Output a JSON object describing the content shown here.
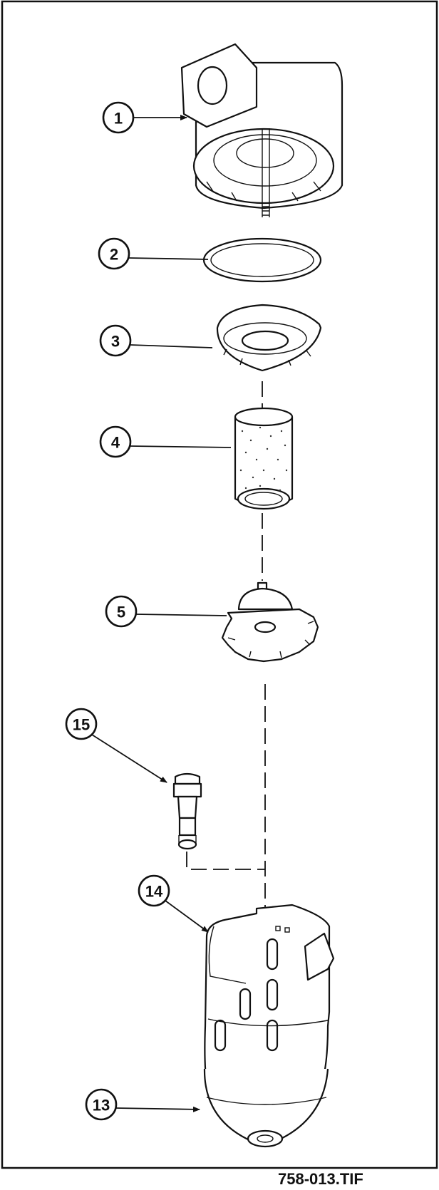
{
  "callouts": [
    "1",
    "2",
    "3",
    "4",
    "5",
    "15",
    "14",
    "13"
  ],
  "figure_id": "758-013.TIF"
}
